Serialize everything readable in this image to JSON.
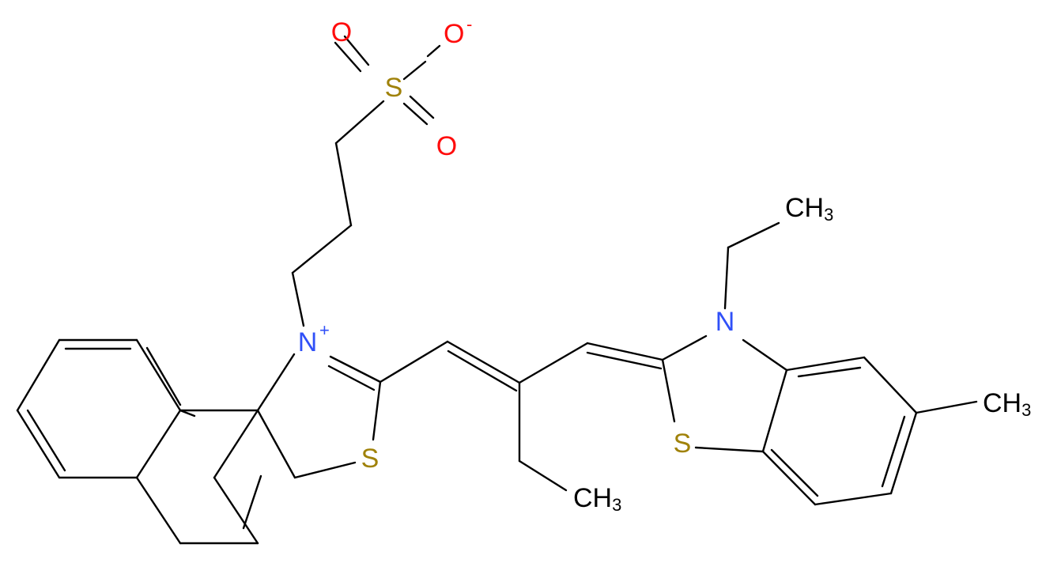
{
  "colors": {
    "bond": "#000000",
    "oxygen": "#ff0d0d",
    "nitrogen": "#3050f8",
    "sulfur": "#a0820a",
    "carbon_label": "#000000"
  },
  "labels": {
    "o_minus": "O",
    "o_minus_charge": "-",
    "o_upper": "O",
    "o_lower": "O",
    "s_sulfonate": "S",
    "n_plus": "N",
    "n_plus_charge": "+",
    "s_left_ring": "S",
    "n_right": "N",
    "s_right_ring": "S",
    "ch3_ethyl_n": "CH",
    "ch3_ethyl_n_sub": "3",
    "ch3_ethyl_chain": "CH",
    "ch3_ethyl_chain_sub": "3",
    "ch3_ring_methyl": "CH",
    "ch3_ring_methyl_sub": "3"
  }
}
